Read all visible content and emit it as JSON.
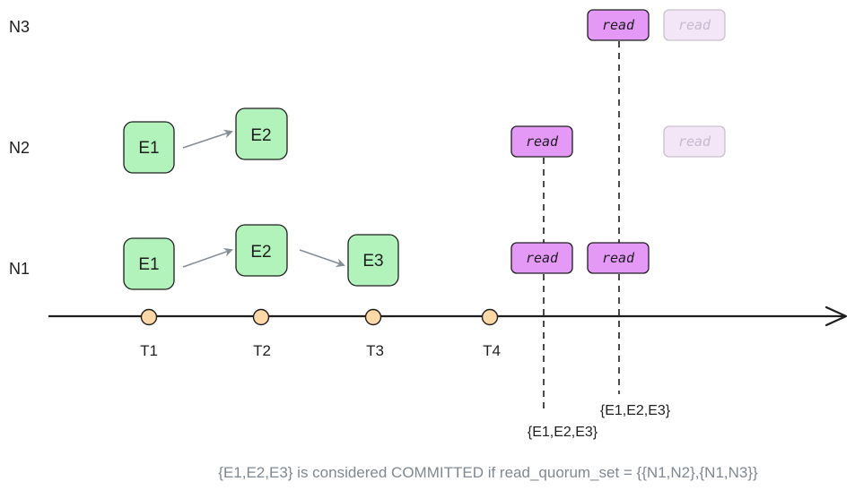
{
  "nodes": {
    "n3": "N3",
    "n2": "N2",
    "n1": "N1"
  },
  "times": {
    "t1": "T1",
    "t2": "T2",
    "t3": "T3",
    "t4": "T4"
  },
  "entries": {
    "n2_e1": "E1",
    "n2_e2": "E2",
    "n1_e1": "E1",
    "n1_e2": "E2",
    "n1_e3": "E3"
  },
  "reads": {
    "n3_read": "read",
    "n3_read_faded": "read",
    "n2_read": "read",
    "n2_read_faded": "read",
    "n1_read_a": "read",
    "n1_read_b": "read"
  },
  "results": {
    "read_a_set": "{E1,E2,E3}",
    "read_b_set": "{E1,E2,E3}"
  },
  "footnote": "{E1,E2,E3} is considered COMMITTED if read_quorum_set = {{N1,N2},{N1,N3}}",
  "colors": {
    "entry_fill": "#b2f2bb",
    "entry_stroke": "#2f9e44",
    "read_fill": "#e599f7",
    "read_stroke": "#1e1e1e",
    "faded_fill": "#f3e6f7",
    "faded_stroke": "#c9bfcc",
    "time_dot_fill": "#ffd8a8",
    "time_dot_stroke": "#1e1e1e",
    "arrow": "#868e96"
  }
}
